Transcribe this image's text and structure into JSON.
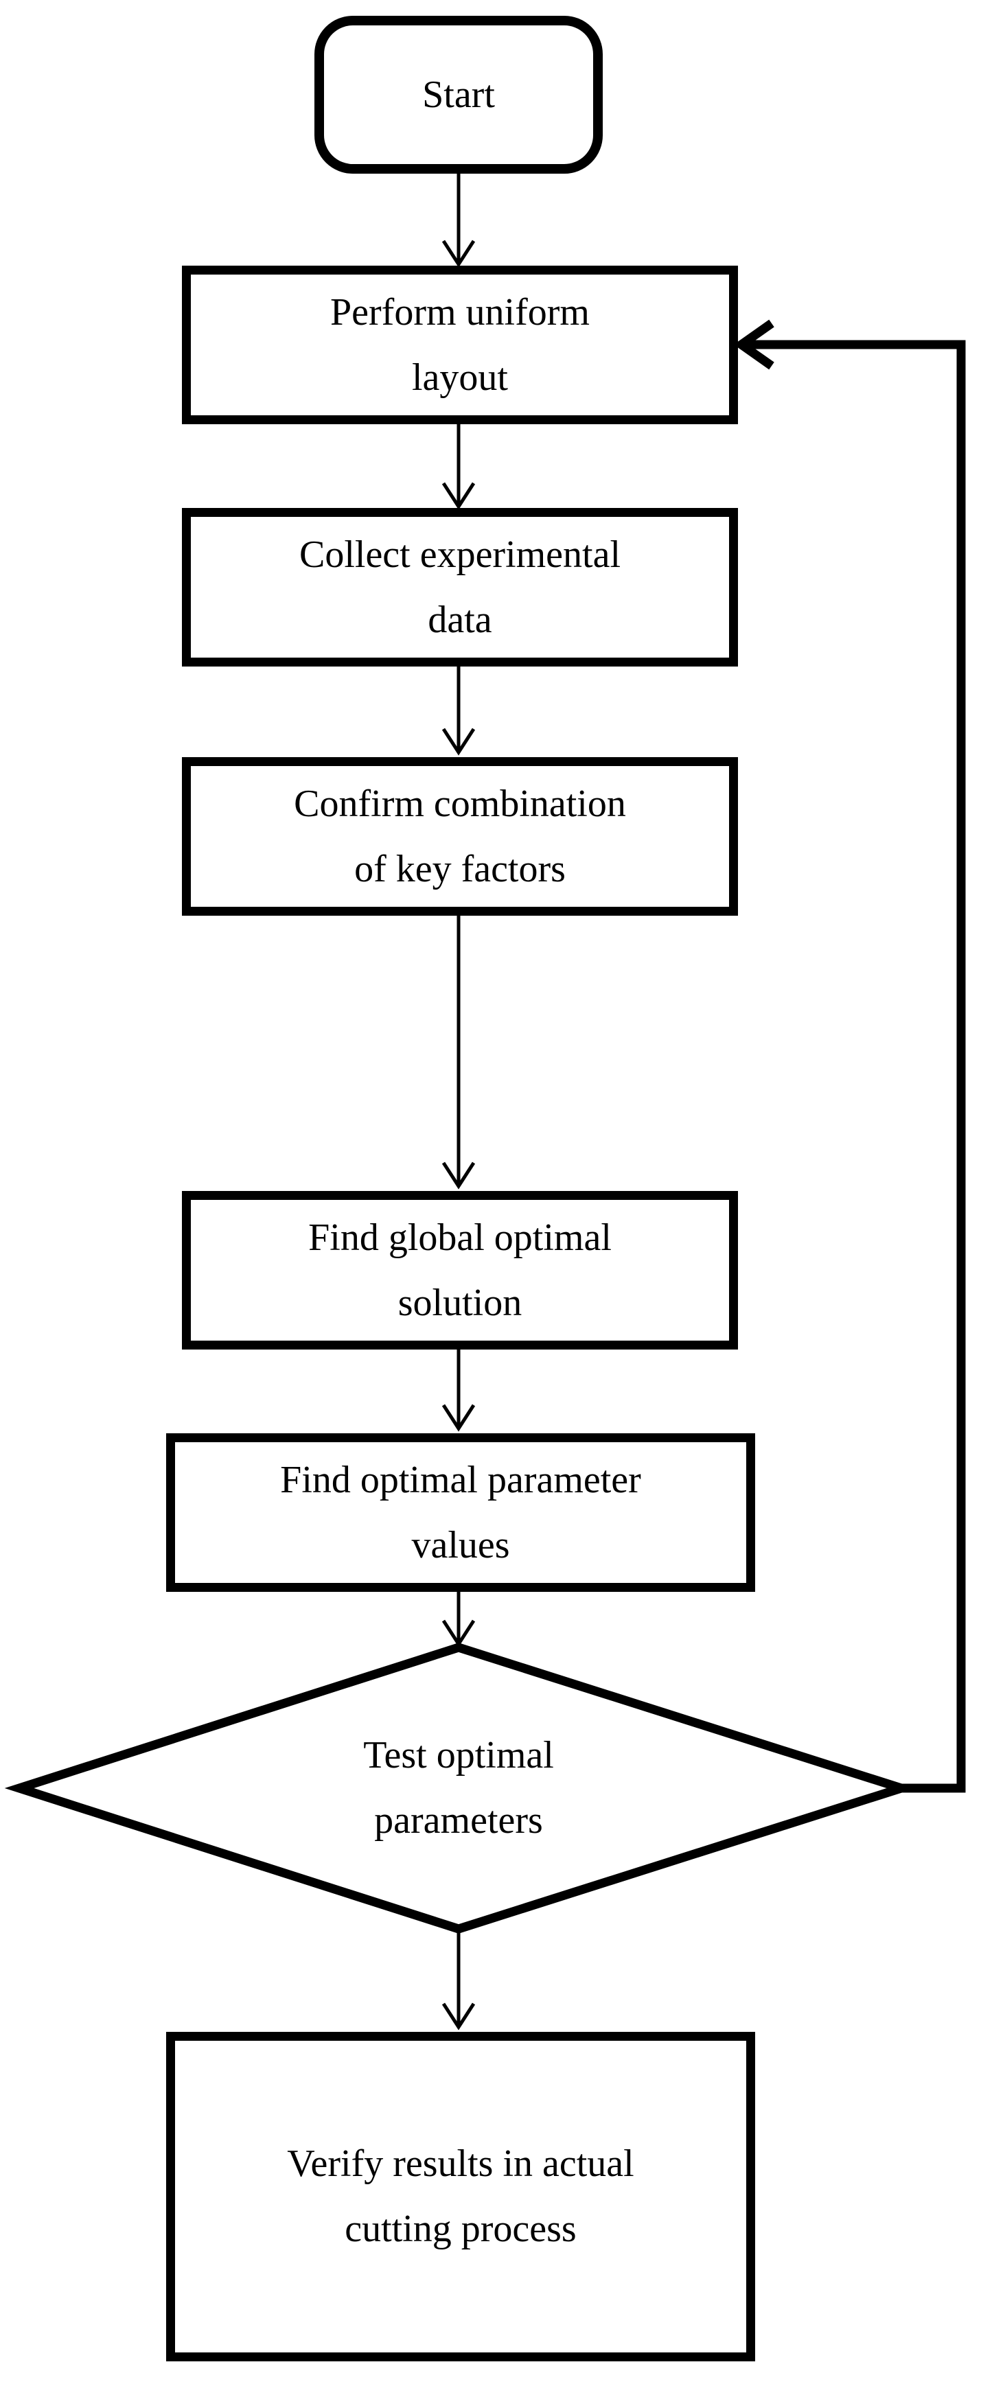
{
  "figure": {
    "kind": "flowchart",
    "colors": {
      "stroke": "#000000",
      "background": "#ffffff",
      "text": "#000000"
    }
  },
  "nodes": {
    "start": {
      "shape": "rounded-terminator",
      "label": "Start",
      "lines": [
        "Start"
      ]
    },
    "perform_uniform_layout": {
      "shape": "process-rect",
      "label": "Perform uniform layout",
      "lines": [
        "Perform uniform",
        "layout"
      ]
    },
    "collect_experimental_data": {
      "shape": "process-rect",
      "label": "Collect experimental data",
      "lines": [
        "Collect experimental",
        "data"
      ]
    },
    "confirm_combination_of_key_factors": {
      "shape": "process-rect",
      "label": "Confirm combination of key factors",
      "lines": [
        "Confirm combination",
        "of key factors"
      ]
    },
    "find_global_optimal_solution": {
      "shape": "process-rect",
      "label": "Find global optimal solution",
      "lines": [
        "Find global optimal",
        "solution"
      ]
    },
    "find_optimal_parameter_values": {
      "shape": "process-rect",
      "label": "Find optimal parameter values",
      "lines": [
        "Find optimal parameter",
        "values"
      ]
    },
    "test_optimal_parameters": {
      "shape": "decision-diamond",
      "label": "Test optimal parameters",
      "lines": [
        "Test optimal",
        "parameters"
      ]
    },
    "verify_results_in_actual_cutting_process": {
      "shape": "process-rect",
      "label": "Verify results in actual cutting process",
      "lines": [
        "Verify results in actual",
        "cutting process"
      ]
    }
  },
  "edges": [
    {
      "from": "start",
      "to": "perform_uniform_layout",
      "style": "thin-arrow-down"
    },
    {
      "from": "perform_uniform_layout",
      "to": "collect_experimental_data",
      "style": "thin-arrow-down"
    },
    {
      "from": "collect_experimental_data",
      "to": "confirm_combination_of_key_factors",
      "style": "thin-arrow-down"
    },
    {
      "from": "confirm_combination_of_key_factors",
      "to": "find_global_optimal_solution",
      "style": "thin-arrow-down"
    },
    {
      "from": "find_global_optimal_solution",
      "to": "find_optimal_parameter_values",
      "style": "thin-arrow-down"
    },
    {
      "from": "find_optimal_parameter_values",
      "to": "test_optimal_parameters",
      "style": "thin-arrow-down"
    },
    {
      "from": "test_optimal_parameters",
      "to": "verify_results_in_actual_cutting_process",
      "style": "thin-arrow-down"
    },
    {
      "from": "test_optimal_parameters",
      "to": "perform_uniform_layout",
      "style": "thick-feedback-loop",
      "route": "right-vertex → right → up → left into right edge"
    }
  ]
}
